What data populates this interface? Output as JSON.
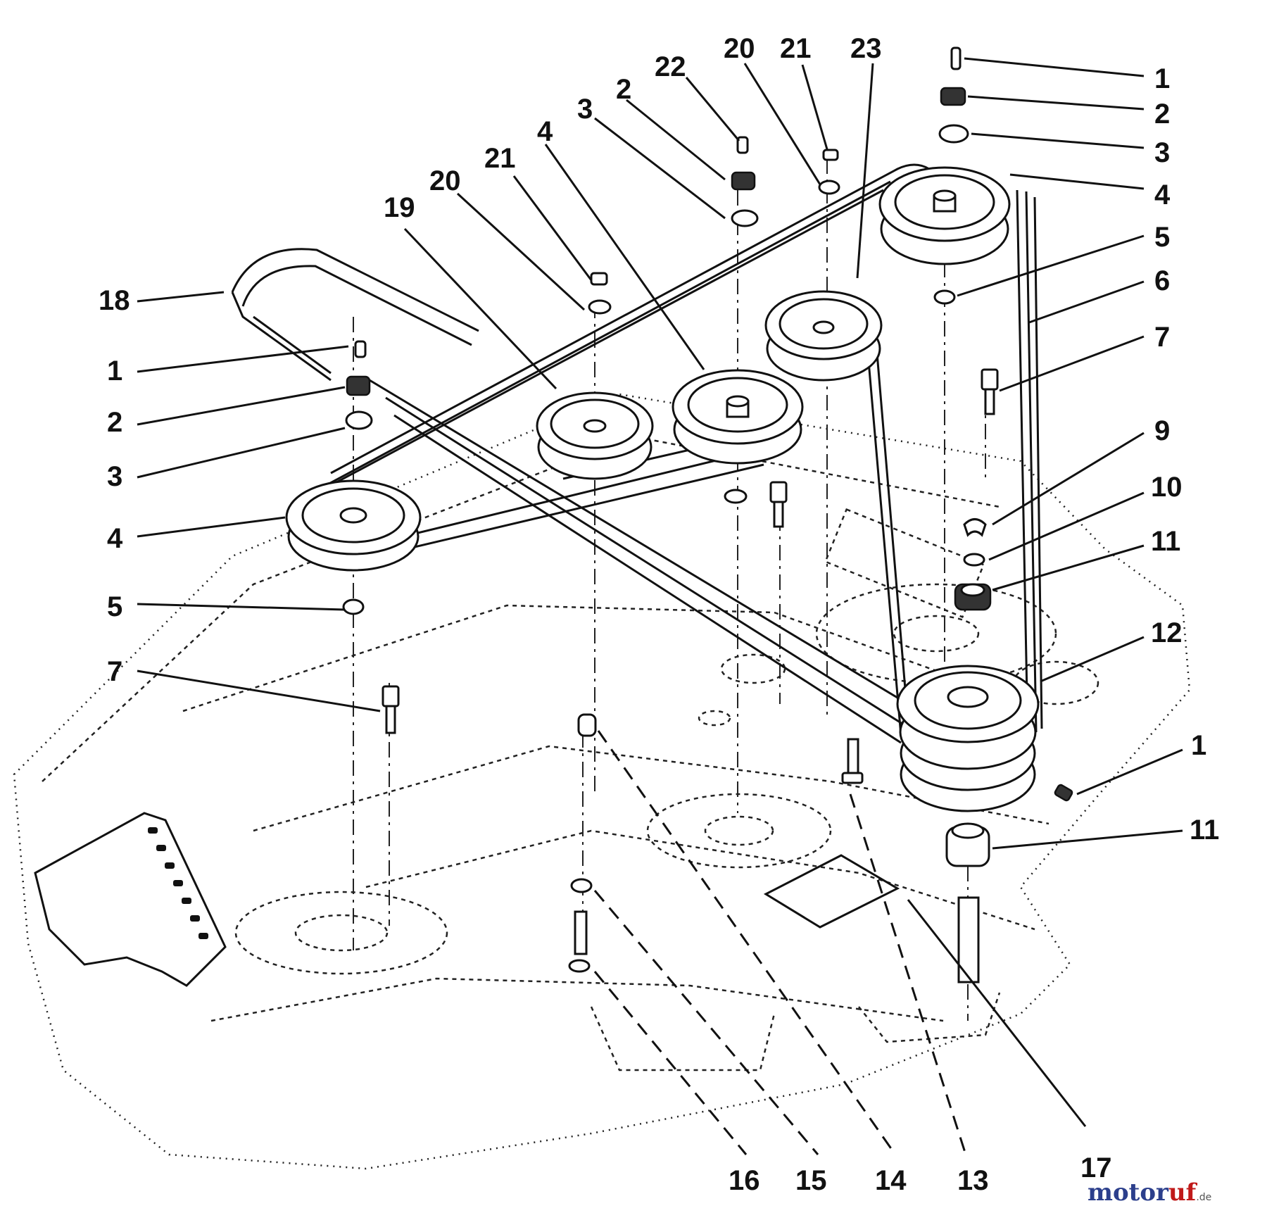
{
  "diagram": {
    "callouts": [
      {
        "id": "c-1-top-right",
        "label": "1"
      },
      {
        "id": "c-2-top-right",
        "label": "2"
      },
      {
        "id": "c-3-top-right",
        "label": "3"
      },
      {
        "id": "c-4-top-right",
        "label": "4"
      },
      {
        "id": "c-5-right",
        "label": "5"
      },
      {
        "id": "c-6",
        "label": "6"
      },
      {
        "id": "c-7-right",
        "label": "7"
      },
      {
        "id": "c-9",
        "label": "9"
      },
      {
        "id": "c-10",
        "label": "10"
      },
      {
        "id": "c-11-upper",
        "label": "11"
      },
      {
        "id": "c-12",
        "label": "12"
      },
      {
        "id": "c-1-lower-right",
        "label": "1"
      },
      {
        "id": "c-11-lower",
        "label": "11"
      },
      {
        "id": "c-17",
        "label": "17"
      },
      {
        "id": "c-13",
        "label": "13"
      },
      {
        "id": "c-14",
        "label": "14"
      },
      {
        "id": "c-15",
        "label": "15"
      },
      {
        "id": "c-16",
        "label": "16"
      },
      {
        "id": "c-7-left",
        "label": "7"
      },
      {
        "id": "c-5-left",
        "label": "5"
      },
      {
        "id": "c-4-left",
        "label": "4"
      },
      {
        "id": "c-3-left",
        "label": "3"
      },
      {
        "id": "c-2-left",
        "label": "2"
      },
      {
        "id": "c-1-left",
        "label": "1"
      },
      {
        "id": "c-18",
        "label": "18"
      },
      {
        "id": "c-19",
        "label": "19"
      },
      {
        "id": "c-20-left",
        "label": "20"
      },
      {
        "id": "c-21-left",
        "label": "21"
      },
      {
        "id": "c-4-center",
        "label": "4"
      },
      {
        "id": "c-3-center",
        "label": "3"
      },
      {
        "id": "c-2-center",
        "label": "2"
      },
      {
        "id": "c-22",
        "label": "22"
      },
      {
        "id": "c-20-right",
        "label": "20"
      },
      {
        "id": "c-21-right",
        "label": "21"
      },
      {
        "id": "c-23",
        "label": "23"
      }
    ]
  },
  "watermark": {
    "brand_part1": "motor",
    "brand_part2": "uf",
    "suffix": ".de",
    "colors": {
      "primary": "#2c3f8c",
      "accent": "#c01a1a"
    }
  }
}
